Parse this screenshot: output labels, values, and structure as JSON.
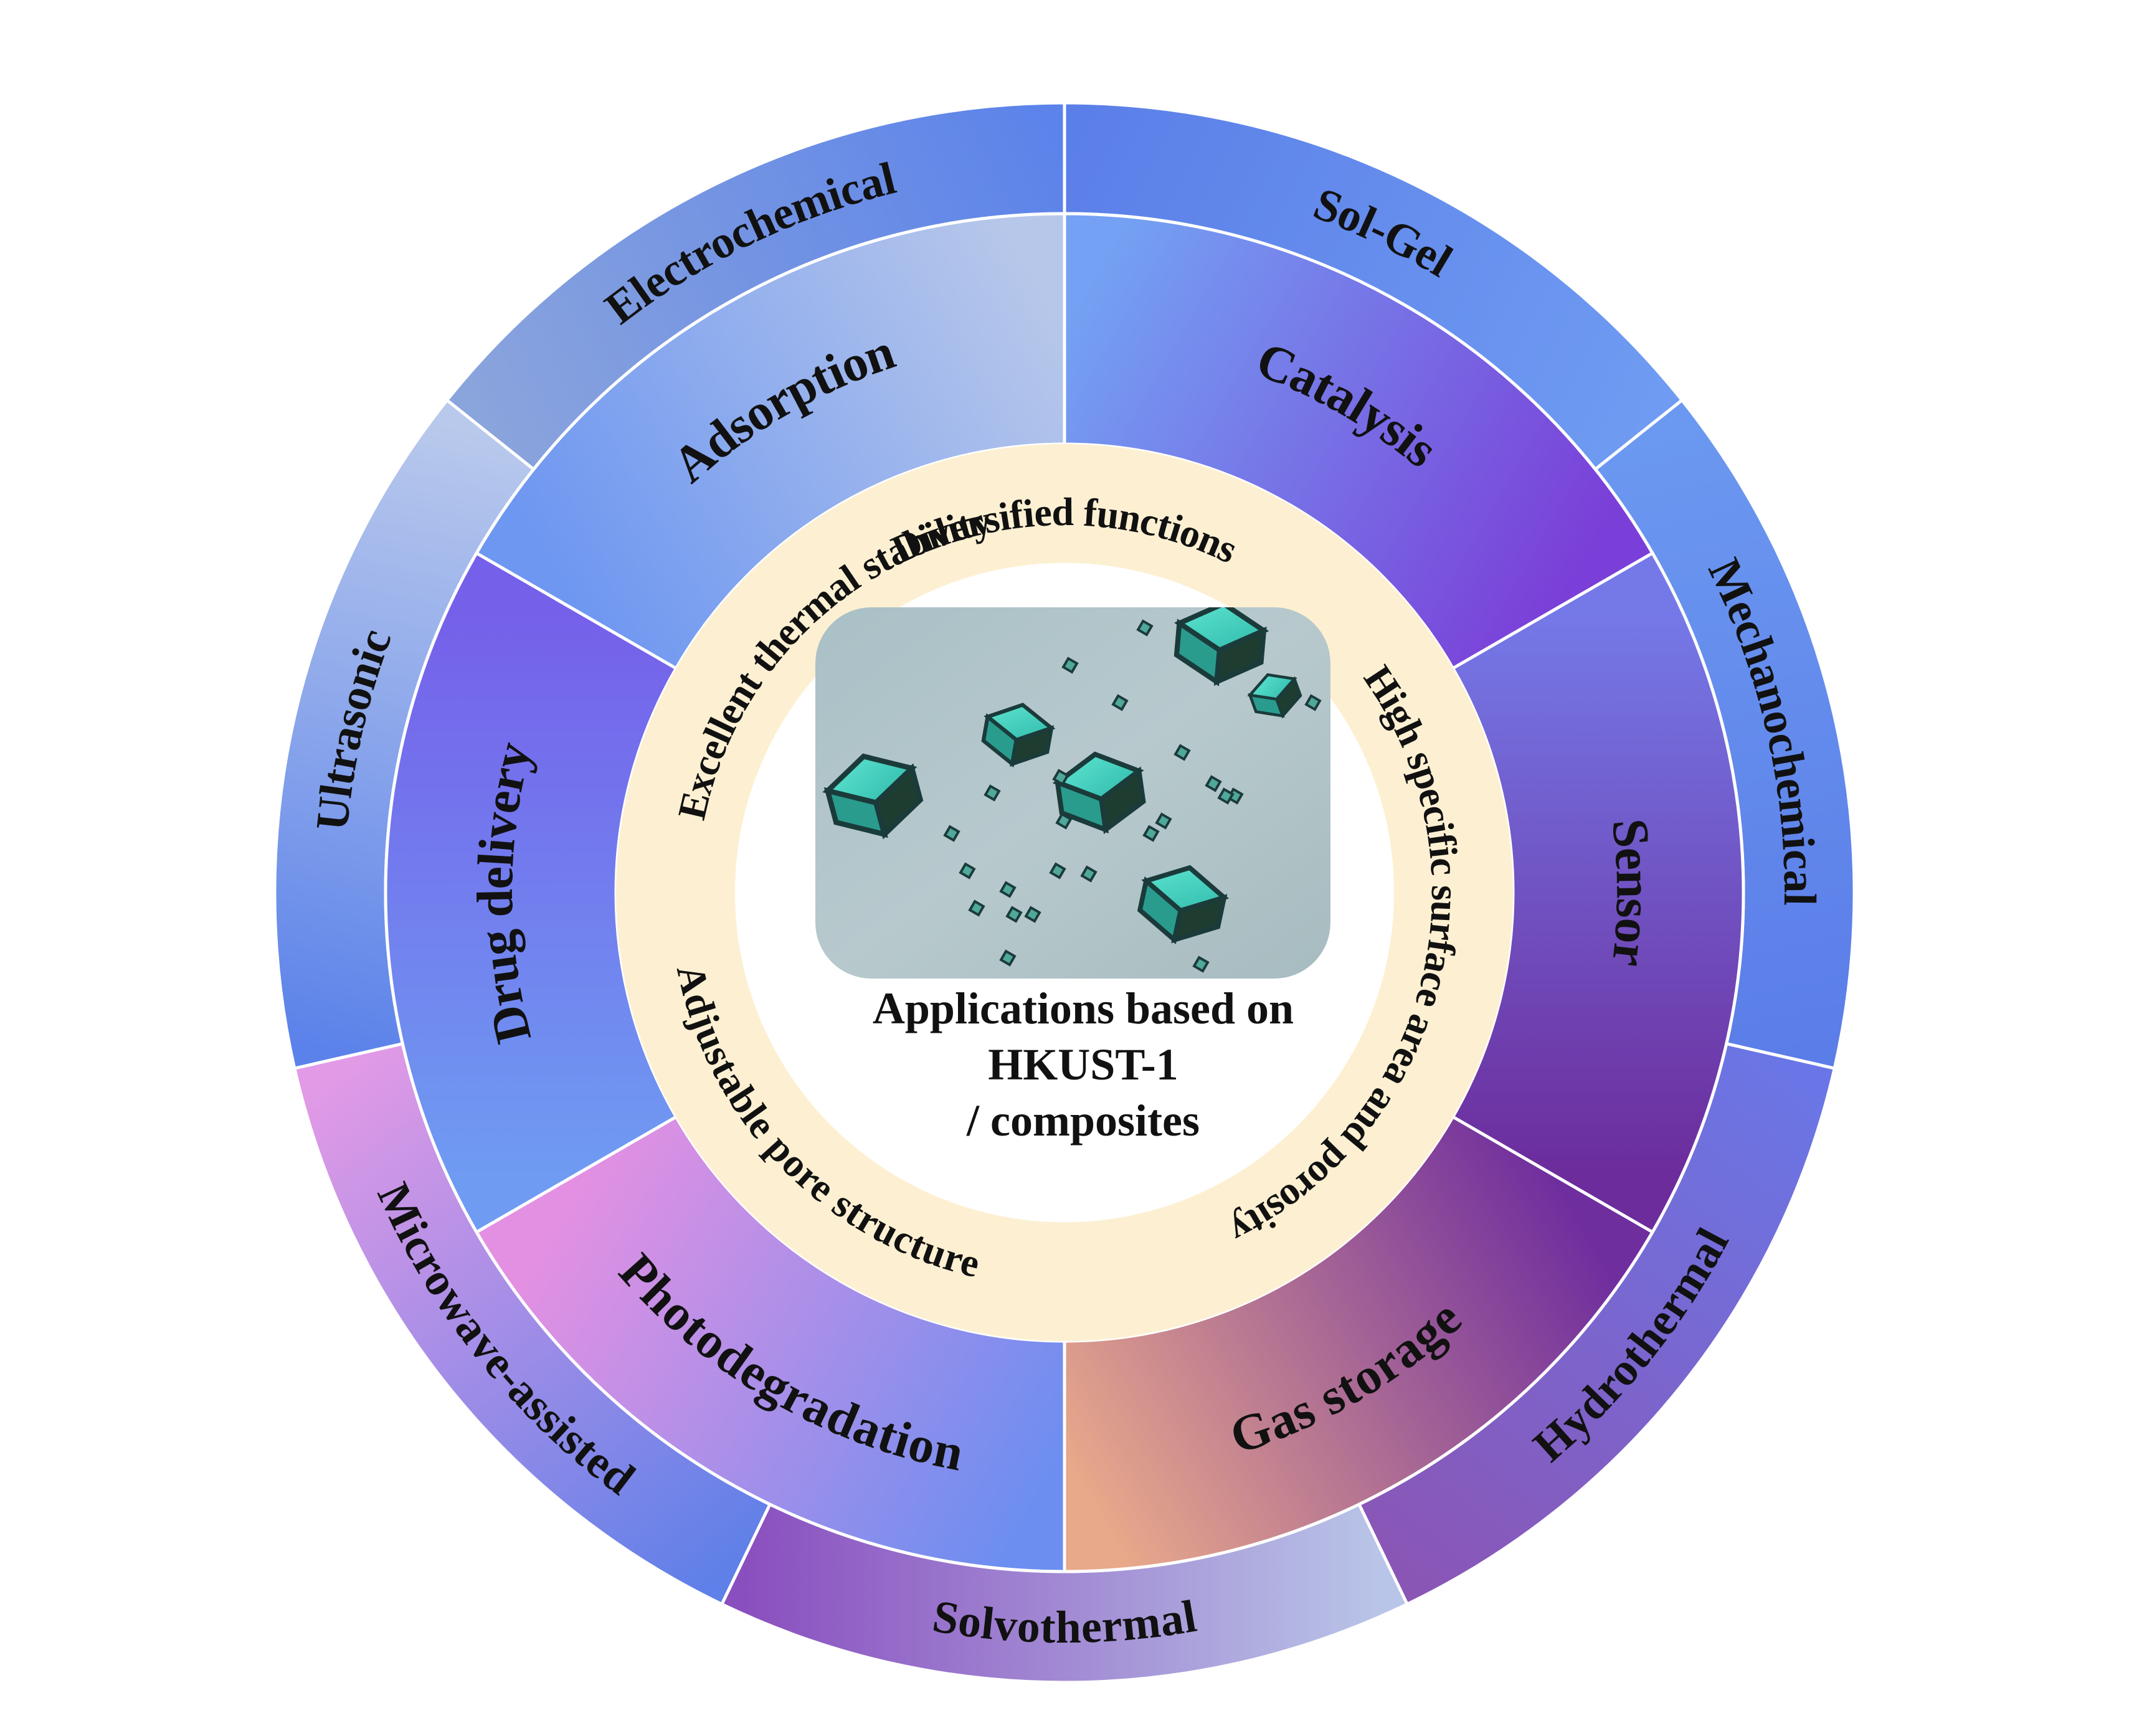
{
  "outer_ring": [
    {
      "label": "Sol-Gel",
      "color_a": "#5b7fe8",
      "color_b": "#6f9bf2"
    },
    {
      "label": "Mechanochemical",
      "color_a": "#6b98f0",
      "color_b": "#5b7de8"
    },
    {
      "label": "Hydrothermal",
      "color_a": "#6a76e6",
      "color_b": "#8a56b6"
    },
    {
      "label": "Solvothermal",
      "color_a": "#b9c5e8",
      "color_b": "#8a4fbf"
    },
    {
      "label": "Microwave-assisted",
      "color_a": "#5f80e8",
      "color_b": "#e39ae6"
    },
    {
      "label": "Ultrasonic",
      "color_a": "#5b82ea",
      "color_b": "#b9c9ec"
    },
    {
      "label": "Electrochemical",
      "color_a": "#8aa4dc",
      "color_b": "#5c83ea"
    }
  ],
  "middle_ring": [
    {
      "label": "Catalysis",
      "color_a": "#74a1f3",
      "color_b": "#7a3fd8"
    },
    {
      "label": "Sensor",
      "color_a": "#7579e8",
      "color_b": "#6c2c9c"
    },
    {
      "label": "Gas storage",
      "color_a": "#6f2e9e",
      "color_b": "#e8a88a"
    },
    {
      "label": "Photodegradation",
      "color_a": "#6c8ef0",
      "color_b": "#e490e2"
    },
    {
      "label": "Drug delivery",
      "color_a": "#6f9bf2",
      "color_b": "#7560ea"
    },
    {
      "label": "Adsorption",
      "color_a": "#6e97f1",
      "color_b": "#b7c7ea"
    }
  ],
  "inner_ring": {
    "color": "#fdf0d2",
    "labels": [
      {
        "label": "Diversified functions"
      },
      {
        "label": "High specific surface area and porosity"
      },
      {
        "label": "Adjustable pore structure"
      },
      {
        "label": "Excellent thermal stability"
      }
    ]
  },
  "center": {
    "lines": [
      "Applications based on",
      "HKUST-1",
      "/ composites"
    ],
    "image_icon": "hkust-1-crystal-micrograph"
  }
}
